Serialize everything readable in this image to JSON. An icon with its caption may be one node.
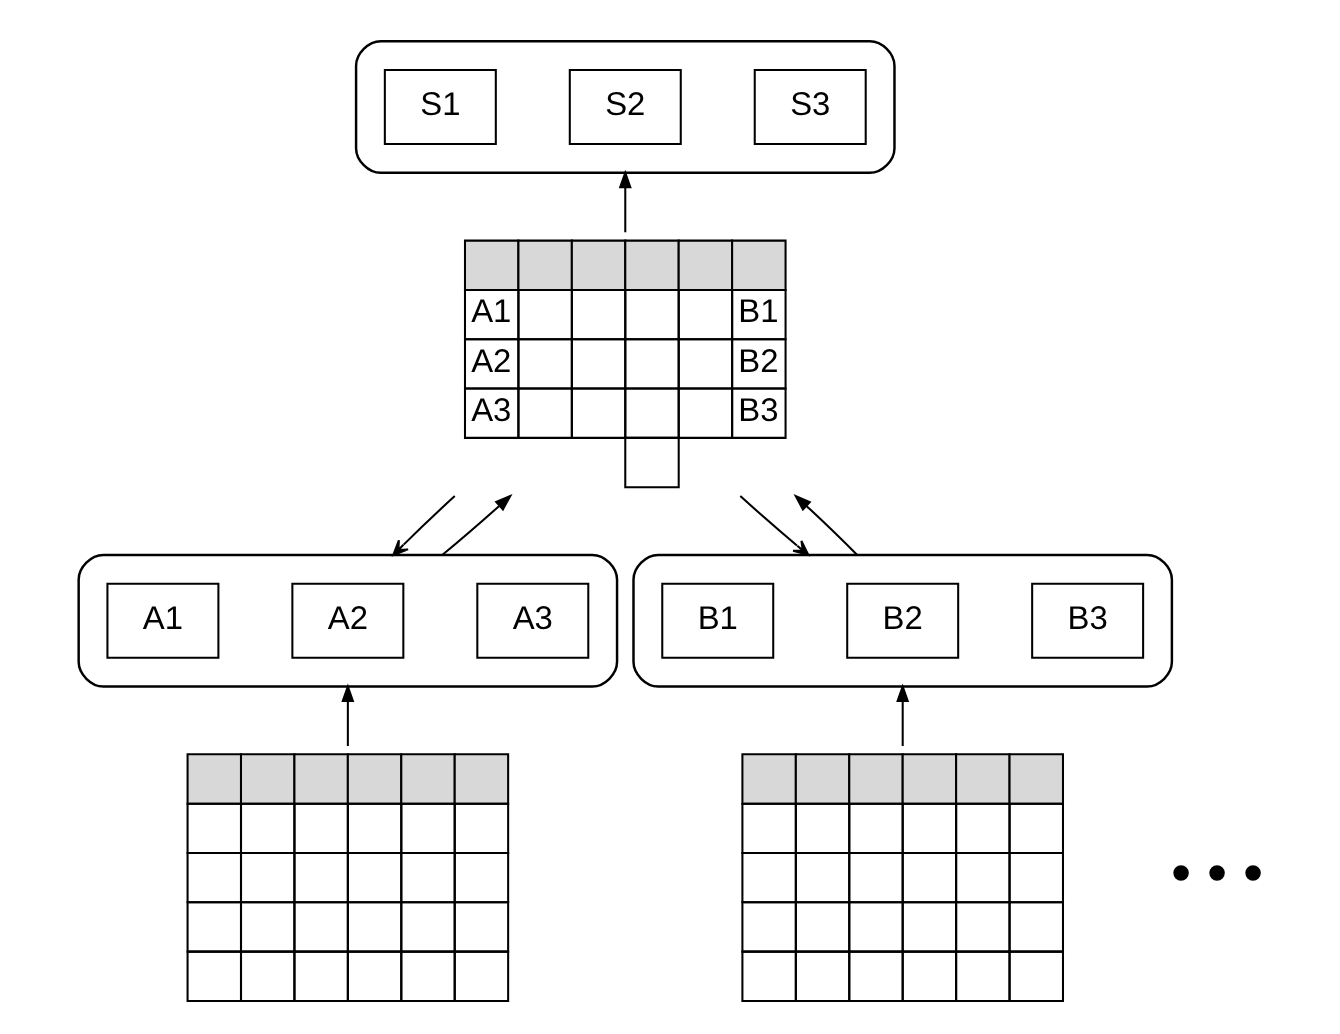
{
  "diagram": {
    "nodes": [
      {
        "text": [],
        "shape": "ellipse"
      },
      {
        "text": [
          "S1"
        ],
        "in": 0
      },
      {
        "text": [
          "S2"
        ],
        "in": 0
      },
      {
        "text": [
          "S3"
        ],
        "in": 0
      },
      {
        "text": [
          "A1",
          "B1",
          "A2",
          "B2",
          "A3",
          "B3"
        ]
      },
      {
        "text": [],
        "shape": "ellipse"
      },
      {
        "text": [
          "A1"
        ],
        "in": 5
      },
      {
        "text": [
          "A2"
        ],
        "in": 5
      },
      {
        "text": [
          "A3"
        ],
        "in": 5
      },
      {
        "text": [],
        "shape": "ellipse"
      },
      {
        "text": [
          "B1"
        ],
        "in": 9
      },
      {
        "text": [
          "B2"
        ],
        "in": 9
      },
      {
        "text": [
          "B3"
        ],
        "in": 9
      },
      {
        "text": [],
        "shape": "table"
      },
      {
        "text": [],
        "shape": "table"
      }
    ],
    "edges": [
      {
        "from": 4,
        "to": 0,
        "arrow": "to"
      },
      {
        "from": 4,
        "to": 5,
        "arrow": "to"
      },
      {
        "from": 5,
        "to": 4,
        "arrow": "to"
      },
      {
        "from": 4,
        "to": 9,
        "arrow": "to"
      },
      {
        "from": 9,
        "to": 4,
        "arrow": "to"
      },
      {
        "from": 13,
        "to": 5,
        "arrow": "to"
      },
      {
        "from": 14,
        "to": 9,
        "arrow": "to"
      }
    ],
    "labels": [
      "• • •"
    ]
  }
}
